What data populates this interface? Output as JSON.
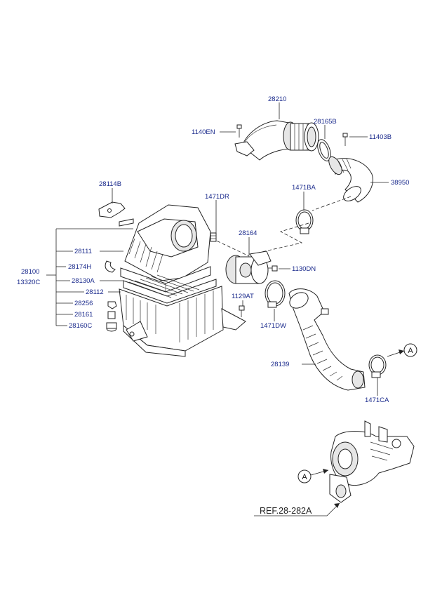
{
  "labels": {
    "p28210": "28210",
    "p1140EN": "1140EN",
    "p28165B": "28165B",
    "p11403B": "11403B",
    "p38950": "38950",
    "p28114B": "28114B",
    "p1471DR": "1471DR",
    "p1471BA": "1471BA",
    "p28164": "28164",
    "p28111": "28111",
    "p28100": "28100",
    "p13320C": "13320C",
    "p28174H": "28174H",
    "p28130A": "28130A",
    "p28112": "28112",
    "p28256": "28256",
    "p28161": "28161",
    "p28160C": "28160C",
    "p1130DN": "1130DN",
    "p1129AT": "1129AT",
    "p1471DW": "1471DW",
    "p28139": "28139",
    "p1471CA": "1471CA"
  },
  "callouts": {
    "a_upper": "A",
    "a_lower": "A"
  },
  "reference": "REF.28-282A"
}
